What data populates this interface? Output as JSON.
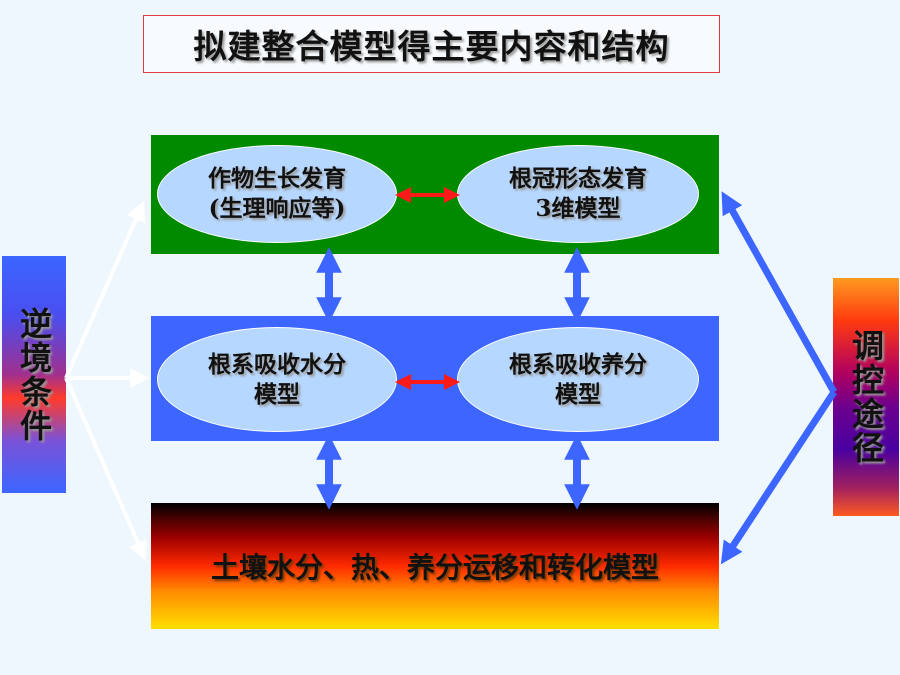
{
  "title": "拟建整合模型得主要内容和结构",
  "nodes": {
    "crop_growth": {
      "line1": "作物生长发育",
      "line2": "(生理响应等)"
    },
    "root_morphology": {
      "line1": "根冠形态发育",
      "line2": "3维模型"
    },
    "root_water": {
      "line1": "根系吸收水分",
      "line2": "模型"
    },
    "root_nutrient": {
      "line1": "根系吸收养分",
      "line2": "模型"
    },
    "soil_model": "土壤水分、热、养分运移和转化模型"
  },
  "left_label": "逆境条件",
  "right_label": "调控途径",
  "colors": {
    "green_panel": "#008a00",
    "blue_panel": "#3c66ff",
    "ellipse_fill": "#b6d7ff",
    "red_arrow": "#ff1a1a",
    "blue_arrow": "#3c66ff",
    "white_arrow": "#ffffff"
  }
}
